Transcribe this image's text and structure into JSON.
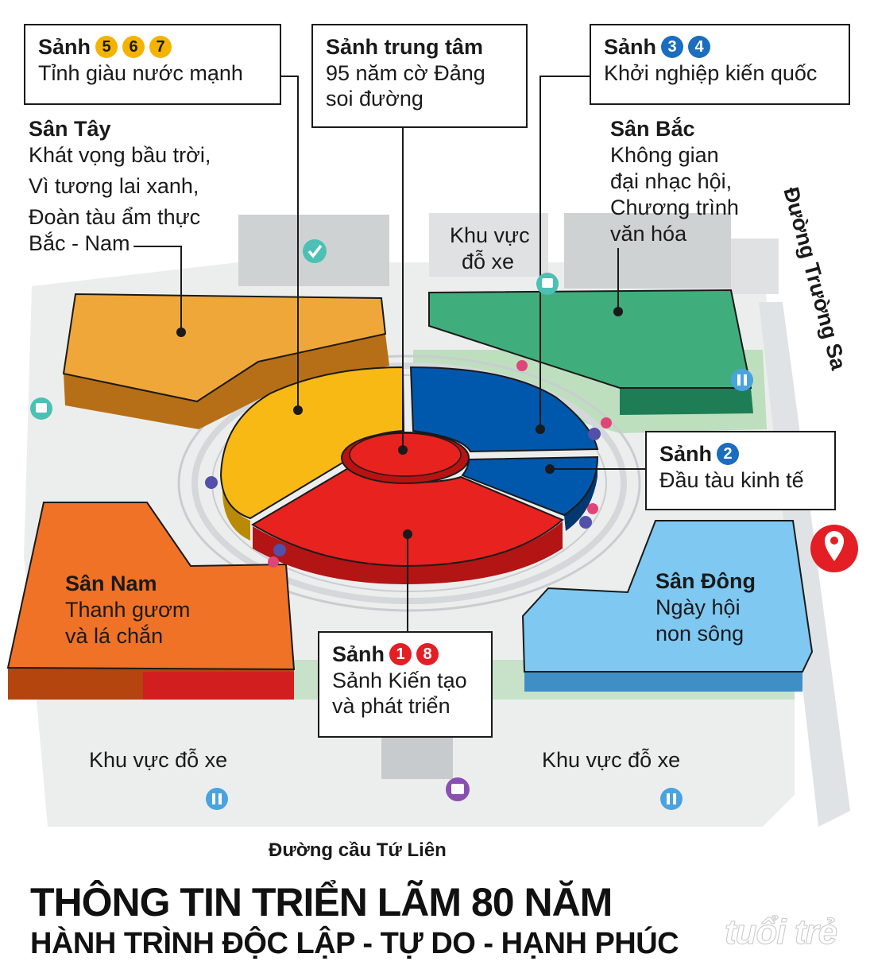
{
  "colors": {
    "yellow_hall": "#f9b914",
    "blue_hall": "#0058ad",
    "red_hall": "#e8221e",
    "west_yard": "#f0a73a",
    "north_yard": "#3fae7c",
    "south_yard": "#f07226",
    "east_yard": "#7ec8f2",
    "badge_gold": "#f5b301",
    "badge_blue": "#1a6dbf",
    "badge_red": "#e31e24",
    "pin_red": "#e31e24"
  },
  "callouts": {
    "hall_567": {
      "title": "Sảnh",
      "badges": [
        "5",
        "6",
        "7"
      ],
      "subtitle": "Tỉnh giàu nước mạnh"
    },
    "center": {
      "title": "Sảnh trung tâm",
      "line1": "95 năm cờ Đảng",
      "line2": "soi đường"
    },
    "hall_34": {
      "title": "Sảnh",
      "badges": [
        "3",
        "4"
      ],
      "subtitle": "Khởi nghiệp kiến quốc"
    },
    "hall_2": {
      "title": "Sảnh",
      "badges": [
        "2"
      ],
      "subtitle": "Đầu tàu kinh tế"
    },
    "hall_18": {
      "title": "Sảnh",
      "badges": [
        "1",
        "8"
      ],
      "line1": "Sảnh Kiến tạo",
      "line2": "và phát triển"
    }
  },
  "labels": {
    "west": {
      "title": "Sân Tây",
      "lines": [
        "Khát vọng bầu trời,",
        "Vì tương lai xanh,",
        "Đoàn tàu ẩm thực",
        "Bắc - Nam"
      ]
    },
    "north": {
      "title": "Sân Bắc",
      "lines": [
        "Không gian",
        "đại nhạc hội,",
        "Chương trình",
        "văn hóa"
      ]
    },
    "south": {
      "title": "Sân Nam",
      "lines": [
        "Thanh gươm",
        "và lá chắn"
      ]
    },
    "east": {
      "title": "Sân Đông",
      "lines": [
        "Ngày hội",
        "non sông"
      ]
    },
    "parking_top": [
      "Khu vực",
      "đỗ xe"
    ],
    "parking_left": "Khu vực đỗ xe",
    "parking_right": "Khu vực đỗ xe"
  },
  "roads": {
    "bottom": "Đường cầu Tứ Liên",
    "right": "Đường Trường Sa"
  },
  "title": {
    "line1": "THÔNG TIN TRIỂN LÃM 80 NĂM",
    "line2": "HÀNH TRÌNH ĐỘC LẬP - TỰ DO - HẠNH PHÚC"
  },
  "brand": "tuổi trẻ",
  "icons": [
    "check-icon",
    "bus-icon",
    "restroom-icon",
    "info-icon",
    "first-aid-icon",
    "location-pin-icon"
  ]
}
